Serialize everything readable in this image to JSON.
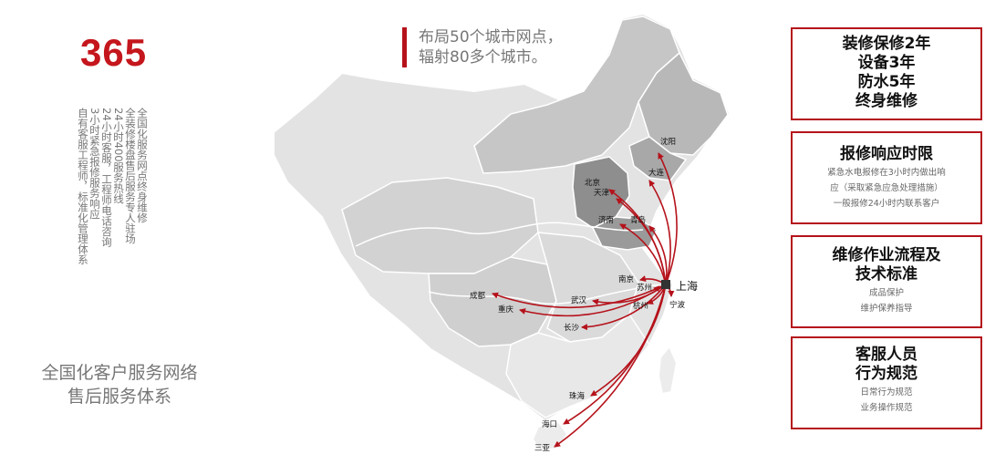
{
  "left": {
    "big_number": "365",
    "service_lines": [
      "全国化服务网点终身维修",
      "全装修楼盘售后服务专人驻场",
      "24小时400服务热线",
      "24小时客服，工程师电话咨询",
      "3小时紧急报修服务响应",
      "自有客服工程师，标准化管理体系"
    ],
    "network_caption": [
      "全国化客户服务网络",
      "售后服务体系"
    ]
  },
  "headline": [
    "布局50个城市网点，",
    "辐射80多个城市。"
  ],
  "map": {
    "hub": "上海",
    "cities": [
      "沈阳",
      "大连",
      "北京",
      "天津",
      "济南",
      "青岛",
      "南京",
      "苏州",
      "杭州",
      "宁波",
      "武汉",
      "成都",
      "重庆",
      "长沙",
      "珠海",
      "海口",
      "三亚"
    ],
    "colors": {
      "arrow": "#b5121b",
      "province_dark": "#8c8c8c",
      "province_mid": "#bdbdbd",
      "province_light": "#e2e2e2"
    }
  },
  "panels": [
    {
      "title": [
        "装修保修2年",
        "设备3年",
        "防水5年",
        "终身维修"
      ],
      "lines": []
    },
    {
      "title": [
        "报修响应时限"
      ],
      "lines": [
        "紧急水电报修在3小时内做出响",
        "应（采取紧急应急处理措施）",
        "一般报修24小时内联系客户"
      ]
    },
    {
      "title": [
        "维修作业流程及",
        "技术标准"
      ],
      "lines": [
        "成品保护",
        "维护保养指导"
      ]
    },
    {
      "title": [
        "客服人员",
        "行为规范"
      ],
      "lines": [
        "日常行为规范",
        "业务操作规范"
      ]
    }
  ]
}
